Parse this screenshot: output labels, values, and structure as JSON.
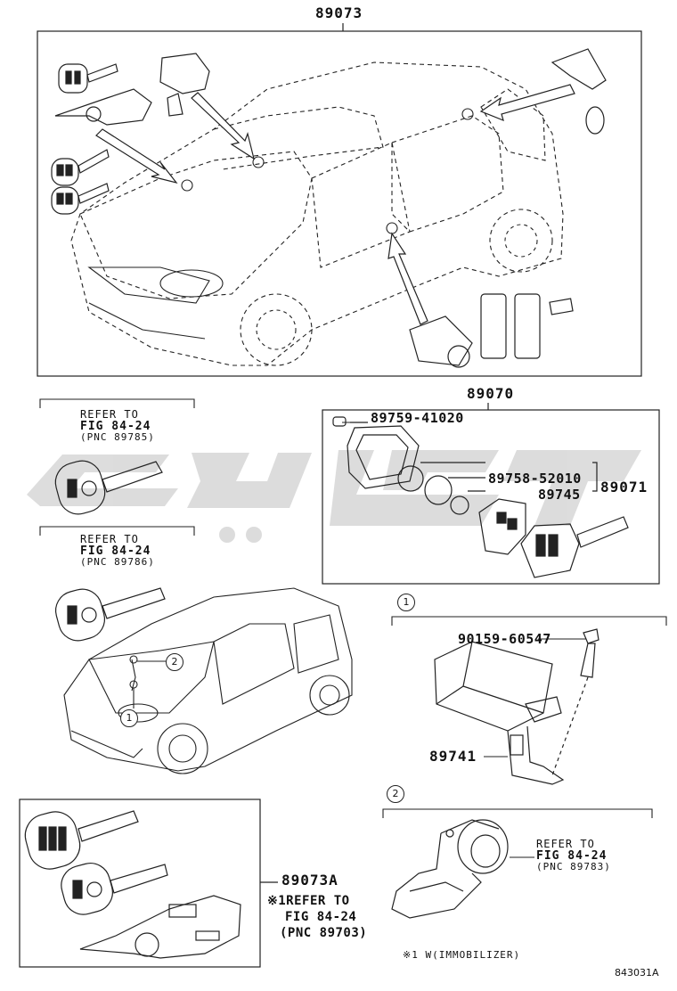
{
  "title_top": "89073",
  "set_89070": {
    "label": "89070",
    "parts": [
      "89759-41020",
      "89758-52010",
      "89745"
    ],
    "group_label": "89071"
  },
  "refer_1": {
    "line1": "REFER TO",
    "line2": "FIG 84-24",
    "line3": "(PNC 89785)"
  },
  "refer_2": {
    "line1": "REFER TO",
    "line2": "FIG 84-24",
    "line3": "(PNC 89786)"
  },
  "refer_3": {
    "line1": "REFER TO",
    "line2": "FIG 84-24",
    "line3": "(PNC 89783)"
  },
  "callouts": {
    "one": "1",
    "two": "2"
  },
  "ecu": {
    "bolt": "90159-60547",
    "part": "89741"
  },
  "set_89073a": {
    "label": "89073A",
    "ref_line1": "※1REFER TO",
    "ref_line2": "FIG 84-24",
    "ref_line3": "(PNC 89703)"
  },
  "footnote": "※1 W(IMMOBILIZER)",
  "figure_code": "843031A",
  "watermark": {
    "color": "#d9d9d9"
  }
}
